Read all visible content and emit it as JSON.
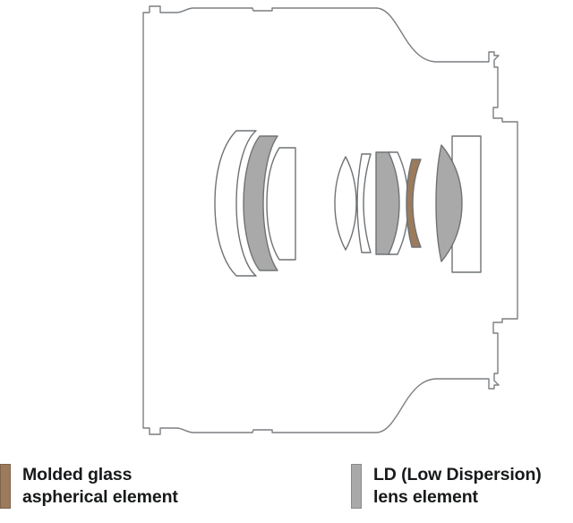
{
  "diagram": {
    "title": "Camera lens optical cross-section",
    "type": "optical-lens-cross-section",
    "colors": {
      "outline_stroke": "#7b7f82",
      "element_stroke": "#6f7275",
      "white_element_fill": "#ffffff",
      "ld_element_fill": "#a9a9a9",
      "molded_aspherical_fill": "#9b7b5c",
      "background": "#ffffff",
      "text": "#17191a"
    },
    "barrel": {
      "name": "lens-barrel-outline",
      "stroke_width": 1.4,
      "fill": "none"
    },
    "groups": [
      {
        "name": "front-group",
        "elements": [
          {
            "name": "element-1-white-meniscus",
            "fill": "white_element_fill",
            "kind": "meniscus"
          },
          {
            "name": "element-2-ld-meniscus",
            "fill": "ld_element_fill",
            "kind": "meniscus"
          },
          {
            "name": "element-3-white-meniscus",
            "fill": "white_element_fill",
            "kind": "meniscus"
          }
        ]
      },
      {
        "name": "middle-group",
        "elements": [
          {
            "name": "element-4-white-biconvex",
            "fill": "white_element_fill",
            "kind": "biconvex"
          },
          {
            "name": "element-5-white-thin-meniscus",
            "fill": "white_element_fill",
            "kind": "thin-meniscus"
          },
          {
            "name": "element-6-ld-plano-convex",
            "fill": "ld_element_fill",
            "kind": "plano-convex"
          },
          {
            "name": "element-7-white-meniscus",
            "fill": "white_element_fill",
            "kind": "meniscus"
          },
          {
            "name": "element-8-molded-aspherical-meniscus",
            "fill": "molded_aspherical_fill",
            "kind": "meniscus"
          }
        ]
      },
      {
        "name": "rear-group",
        "elements": [
          {
            "name": "element-9-ld-plano-convex",
            "fill": "ld_element_fill",
            "kind": "plano-convex"
          },
          {
            "name": "element-10-white-rectangular",
            "fill": "white_element_fill",
            "kind": "flat-plate"
          }
        ]
      }
    ]
  },
  "legend": {
    "items": [
      {
        "swatch_color": "#9b7b5c",
        "swatch_name": "molded-glass-aspherical-swatch",
        "line1": "Molded glass",
        "line2": "aspherical element"
      },
      {
        "swatch_color": "#a9a9a9",
        "swatch_name": "ld-lens-element-swatch",
        "line1": "LD (Low Dispersion)",
        "line2": "lens element"
      }
    ]
  }
}
